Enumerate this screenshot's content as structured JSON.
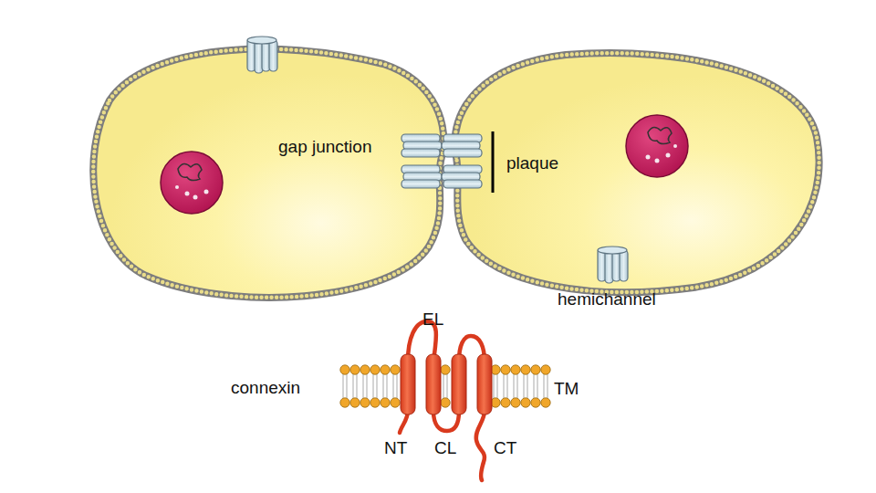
{
  "diagram": {
    "labels": [
      "gap junction",
      "plaque",
      "hemichannel",
      "connexin",
      "EL",
      "TM",
      "NT",
      "CL",
      "CT"
    ]
  }
}
